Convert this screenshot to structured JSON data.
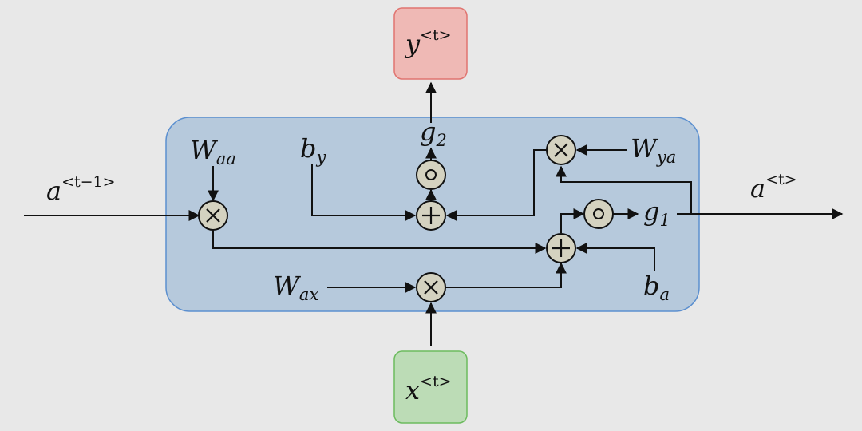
{
  "colors": {
    "background": "#e8e8e8",
    "cell_fill": "#b6c9dc",
    "cell_stroke": "#5b8fcf",
    "output_fill": "#efb9b5",
    "output_stroke": "#e07470",
    "input_fill": "#bcdcb6",
    "input_stroke": "#6cbb5e",
    "operator_fill": "#d4d2c0"
  },
  "output_box": {
    "base": "y",
    "sup": "<t>"
  },
  "input_box": {
    "base": "x",
    "sup": "<t>"
  },
  "prev_state": {
    "base": "a",
    "sup": "<t−1>"
  },
  "next_state": {
    "base": "a",
    "sup": "<t>"
  },
  "labels": {
    "W_aa": {
      "base": "W",
      "sub": "aa"
    },
    "W_ax": {
      "base": "W",
      "sub": "ax"
    },
    "W_ya": {
      "base": "W",
      "sub": "ya"
    },
    "b_y": {
      "base": "b",
      "sub": "y"
    },
    "b_a": {
      "base": "b",
      "sub": "a"
    },
    "g_1": {
      "base": "g",
      "sub": "1"
    },
    "g_2": {
      "base": "g",
      "sub": "2"
    }
  },
  "operators": {
    "multiply_aa": "multiply-icon",
    "multiply_ax": "multiply-icon",
    "multiply_ya": "multiply-icon",
    "add_state": "add-icon",
    "add_output": "add-icon",
    "activation_g1": "activation-icon",
    "activation_g2": "activation-icon"
  }
}
